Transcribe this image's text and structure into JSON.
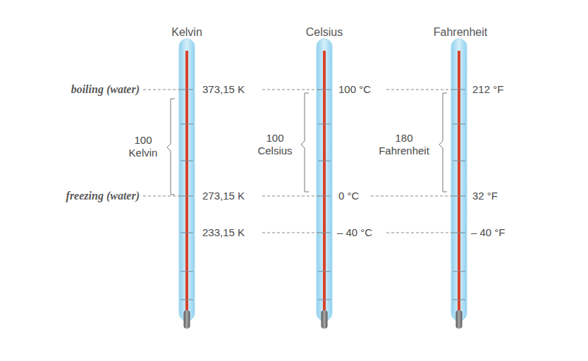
{
  "diagram": {
    "labels": [
      "Kelvin",
      "Celsius",
      "Fahrenheit",
      "boiling (water)",
      "373,15 K",
      "100 °C",
      "212 °F",
      "100 Kelvin",
      "100 Celsius",
      "180 Fahrenheit",
      "freezing (water)",
      "273,15 K",
      "0 °C",
      "32 °F",
      "233,15 K",
      "– 40 °C",
      "– 40 °F"
    ]
  }
}
